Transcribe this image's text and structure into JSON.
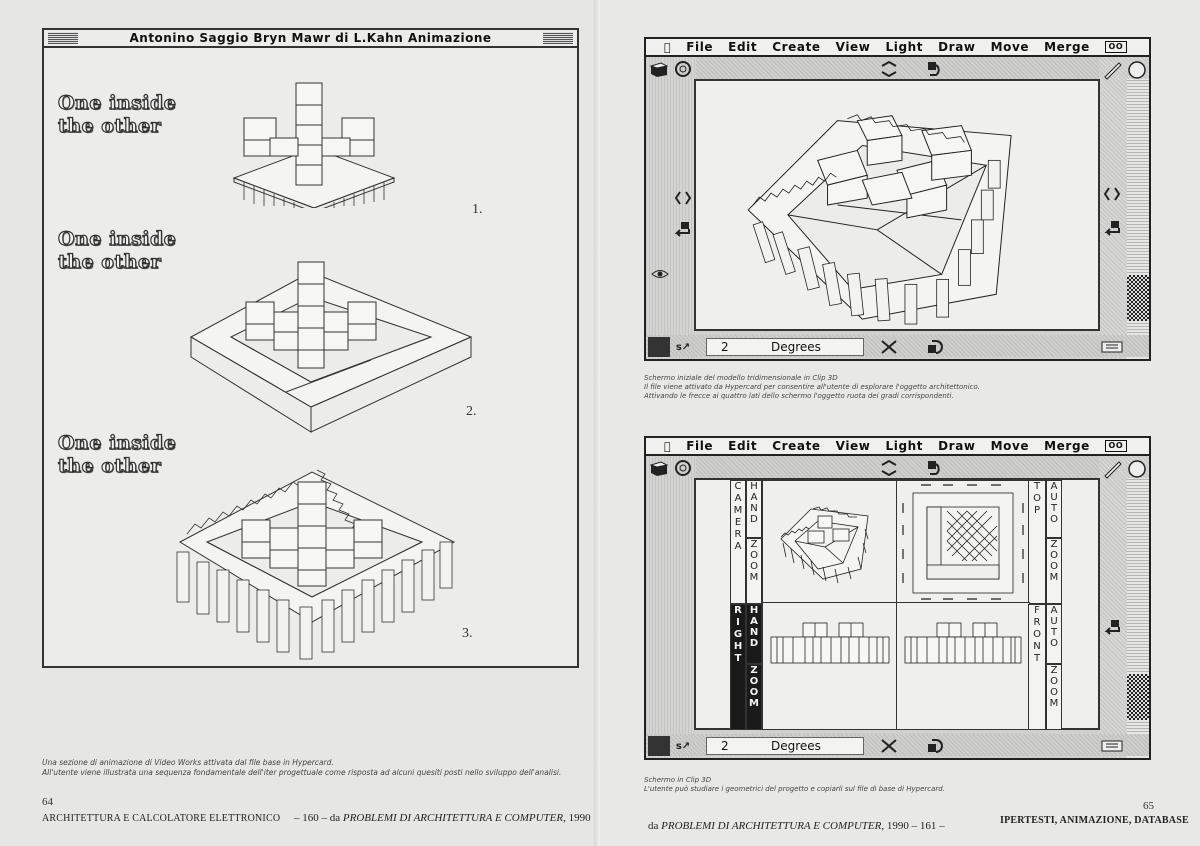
{
  "left_page": {
    "card": {
      "title": "Antonino Saggio  Bryn Mawr di L.Kahn Animazione",
      "frames": [
        {
          "heading_line1": "One inside",
          "heading_line2": "the other",
          "step": "1."
        },
        {
          "heading_line1": "One inside",
          "heading_line2": "the other",
          "step": "2."
        },
        {
          "heading_line1": "One inside",
          "heading_line2": "the other",
          "step": "3."
        }
      ]
    },
    "caption": {
      "line1": "Una sezione di animazione di Video Works attivata dal file base in Hypercard.",
      "line2": "All'utente viene illustrata una sequenza fondamentale dell'iter progettuale come risposta ad alcuni quesiti posti nello sviluppo dell'analisi."
    },
    "page_number": "64",
    "running_head": "ARCHITETTURA E CALCOLATORE ELETTRONICO",
    "source": {
      "prefix": "– 160 – da ",
      "title": "PROBLEMI DI ARCHITETTURA E COMPUTER",
      "suffix": ", 1990"
    }
  },
  "right_page": {
    "screen1": {
      "menu": [
        "File",
        "Edit",
        "Create",
        "View",
        "Light",
        "Draw",
        "Move",
        "Merge"
      ],
      "apple_icon": "apple-icon",
      "tape_icon": "OO",
      "degrees_value": "2",
      "degrees_label": "Degrees"
    },
    "caption1": {
      "line1": "Schermo iniziale del modello tridimensionale in Clip 3D",
      "line2": "Il file viene attivato da Hypercard per consentire all'utente di esplorare l'oggetto architettonico.",
      "line3": "Attivando le frecce ai quattro lati dello schermo l'oggetto ruota dei gradi corrispondenti."
    },
    "screen2": {
      "menu": [
        "File",
        "Edit",
        "Create",
        "View",
        "Light",
        "Draw",
        "Move",
        "Merge"
      ],
      "tape_icon": "OO",
      "views": {
        "camera": "CAMERA",
        "top": "TOP",
        "right": "RIGHT",
        "front": "FRONT",
        "hand": "HAND",
        "zoom": "ZOOM",
        "auto": "AUTO"
      },
      "degrees_value": "2",
      "degrees_label": "Degrees"
    },
    "caption2": {
      "line1": "Schermo in Clip 3D",
      "line2": "L'utente può studiare i geometrici del progetto e copiarli sul file di base di Hypercard."
    },
    "page_number": "65",
    "running_head": "IPERTESTI, ANIMAZIONE, DATABASE",
    "source": {
      "prefix": "da ",
      "title": "PROBLEMI DI ARCHITETTURA E COMPUTER",
      "suffix": ", 1990 – 161 –"
    }
  }
}
